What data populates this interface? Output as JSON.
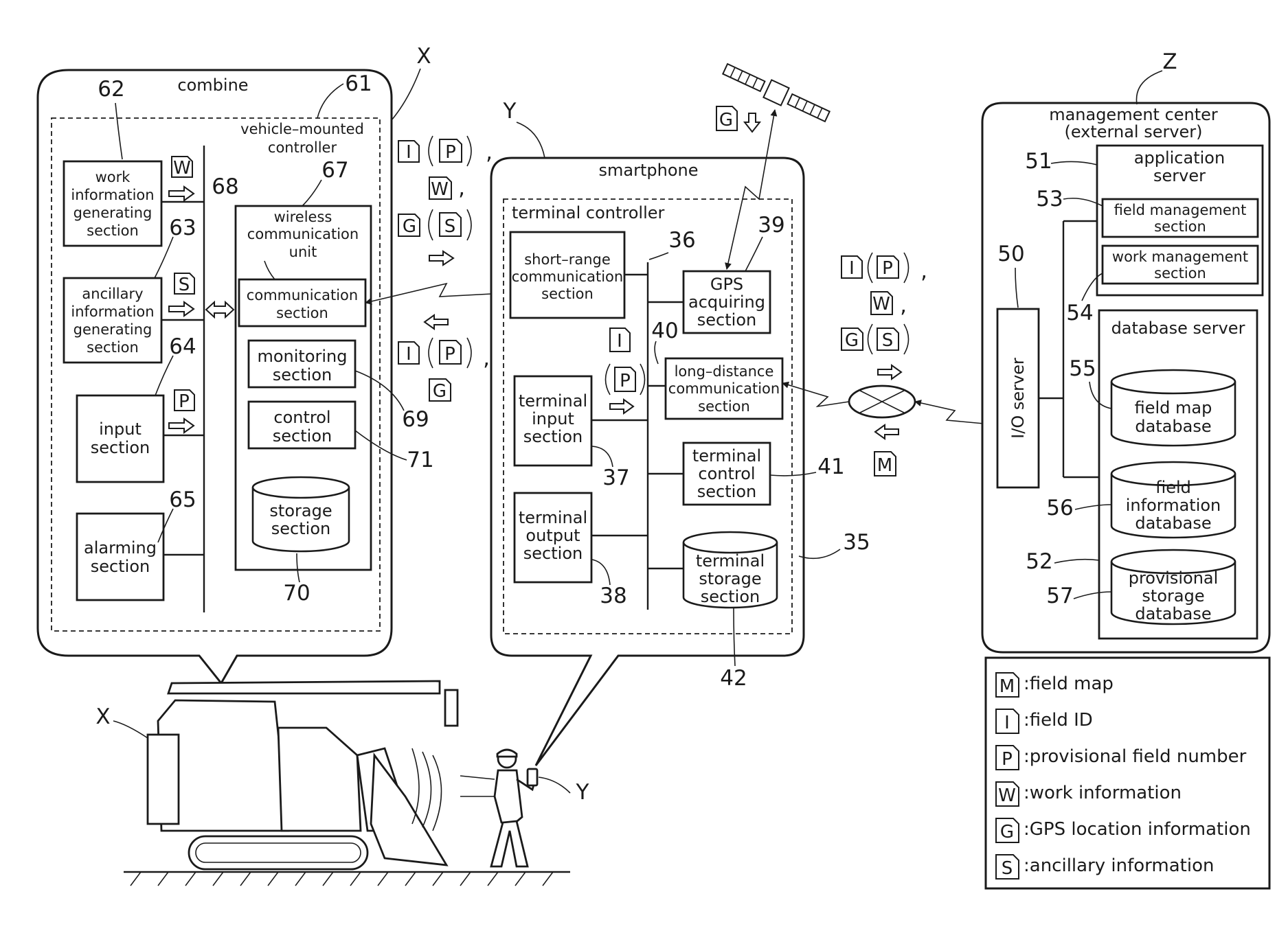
{
  "combine": {
    "title": "combine",
    "controller_line1": "vehicle–mounted",
    "controller_line2": "controller",
    "blocks": {
      "work_info": [
        "work",
        "information",
        "generating",
        "section"
      ],
      "ancillary_info": [
        "ancillary",
        "information",
        "generating",
        "section"
      ],
      "input": [
        "input",
        "section"
      ],
      "alarming": [
        "alarming",
        "section"
      ],
      "wireless_unit": [
        "wireless",
        "communication",
        "unit"
      ],
      "communication": [
        "communication",
        "section"
      ],
      "monitoring": [
        "monitoring",
        "section"
      ],
      "control": [
        "control",
        "section"
      ],
      "storage": [
        "storage",
        "section"
      ]
    },
    "refs": {
      "controller": "61",
      "work_info": "62",
      "ancillary_info": "63",
      "input": "64",
      "alarming": "65",
      "wireless_unit": "67",
      "bus": "68",
      "monitoring": "69",
      "storage": "70",
      "control": "71",
      "vehicle": "X"
    }
  },
  "smartphone": {
    "title": "smartphone",
    "controller_title": "terminal controller",
    "blocks": {
      "short_range": [
        "short–range",
        "communication",
        "section"
      ],
      "gps": [
        "GPS",
        "acquiring",
        "section"
      ],
      "long_distance": [
        "long–distance",
        "communication",
        "section"
      ],
      "terminal_input": [
        "terminal",
        "input",
        "section"
      ],
      "terminal_control": [
        "terminal",
        "control",
        "section"
      ],
      "terminal_output": [
        "terminal",
        "output",
        "section"
      ],
      "terminal_storage": [
        "terminal",
        "storage",
        "section"
      ]
    },
    "refs": {
      "controller": "35",
      "short_range": "36",
      "terminal_input": "37",
      "terminal_output": "38",
      "gps": "39",
      "long_distance": "40",
      "terminal_control": "41",
      "terminal_storage": "42",
      "device": "Y"
    }
  },
  "management_center": {
    "title_line1": "management center",
    "title_line2": "(external server)",
    "io_server": "I/O server",
    "application_server": [
      "application",
      "server"
    ],
    "field_management": [
      "field management",
      "section"
    ],
    "work_management": [
      "work management",
      "section"
    ],
    "database_server": "database server",
    "field_map_db": [
      "field map",
      "database"
    ],
    "field_info_db": [
      "field",
      "information",
      "database"
    ],
    "provisional_db": [
      "provisional",
      "storage",
      "database"
    ],
    "refs": {
      "center": "Z",
      "io_server": "50",
      "application_server": "51",
      "database_server": "52",
      "field_management": "53",
      "work_management": "54",
      "field_map_db": "55",
      "field_info_db": "56",
      "provisional_db": "57"
    }
  },
  "signals": {
    "M": "M",
    "I": "I",
    "P": "P",
    "W": "W",
    "G": "G",
    "S": "S",
    "comma": ","
  },
  "legend": [
    {
      "symbol": "M",
      "text": ":field map"
    },
    {
      "symbol": "I",
      "text": ":field ID"
    },
    {
      "symbol": "P",
      "text": ":provisional field number"
    },
    {
      "symbol": "W",
      "text": ":work information"
    },
    {
      "symbol": "G",
      "text": ":GPS location information"
    },
    {
      "symbol": "S",
      "text": ":ancillary information"
    }
  ]
}
